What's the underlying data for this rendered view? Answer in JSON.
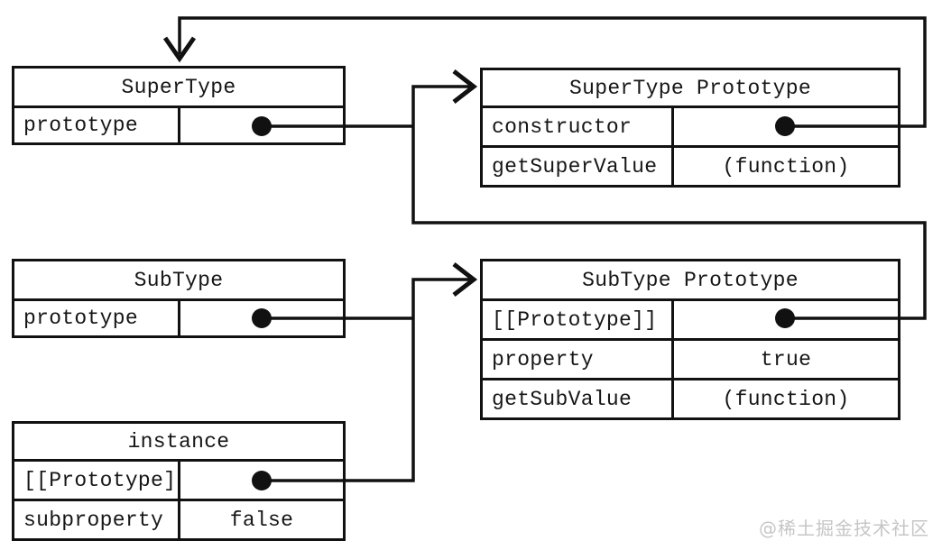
{
  "boxes": {
    "supertype": {
      "title": "SuperType",
      "rows": [
        {
          "key": "prototype",
          "value": "",
          "pointer": true
        }
      ]
    },
    "supertype_prototype": {
      "title": "SuperType Prototype",
      "rows": [
        {
          "key": "constructor",
          "value": "",
          "pointer": true
        },
        {
          "key": "getSuperValue",
          "value": "(function)",
          "pointer": false
        }
      ]
    },
    "subtype": {
      "title": "SubType",
      "rows": [
        {
          "key": "prototype",
          "value": "",
          "pointer": true
        }
      ]
    },
    "subtype_prototype": {
      "title": "SubType Prototype",
      "rows": [
        {
          "key": "[[Prototype]]",
          "value": "",
          "pointer": true
        },
        {
          "key": "property",
          "value": "true",
          "pointer": false
        },
        {
          "key": "getSubValue",
          "value": "(function)",
          "pointer": false
        }
      ]
    },
    "instance": {
      "title": "instance",
      "rows": [
        {
          "key": "[[Prototype]]",
          "value": "",
          "pointer": true
        },
        {
          "key": "subproperty",
          "value": "false",
          "pointer": false
        }
      ]
    }
  },
  "pointers": [
    {
      "from": "SuperType.prototype",
      "to": "SuperType Prototype"
    },
    {
      "from": "SuperType Prototype.constructor",
      "to": "SuperType"
    },
    {
      "from": "SubType.prototype",
      "to": "SubType Prototype"
    },
    {
      "from": "SubType Prototype.[[Prototype]]",
      "to": "SuperType Prototype"
    },
    {
      "from": "instance.[[Prototype]]",
      "to": "SubType Prototype"
    }
  ],
  "watermark": {
    "text": "@稀土掘金技术社区"
  },
  "colors": {
    "line": "#111111",
    "text": "#161616",
    "background": "#ffffff",
    "watermark": "#c6c6c6"
  }
}
